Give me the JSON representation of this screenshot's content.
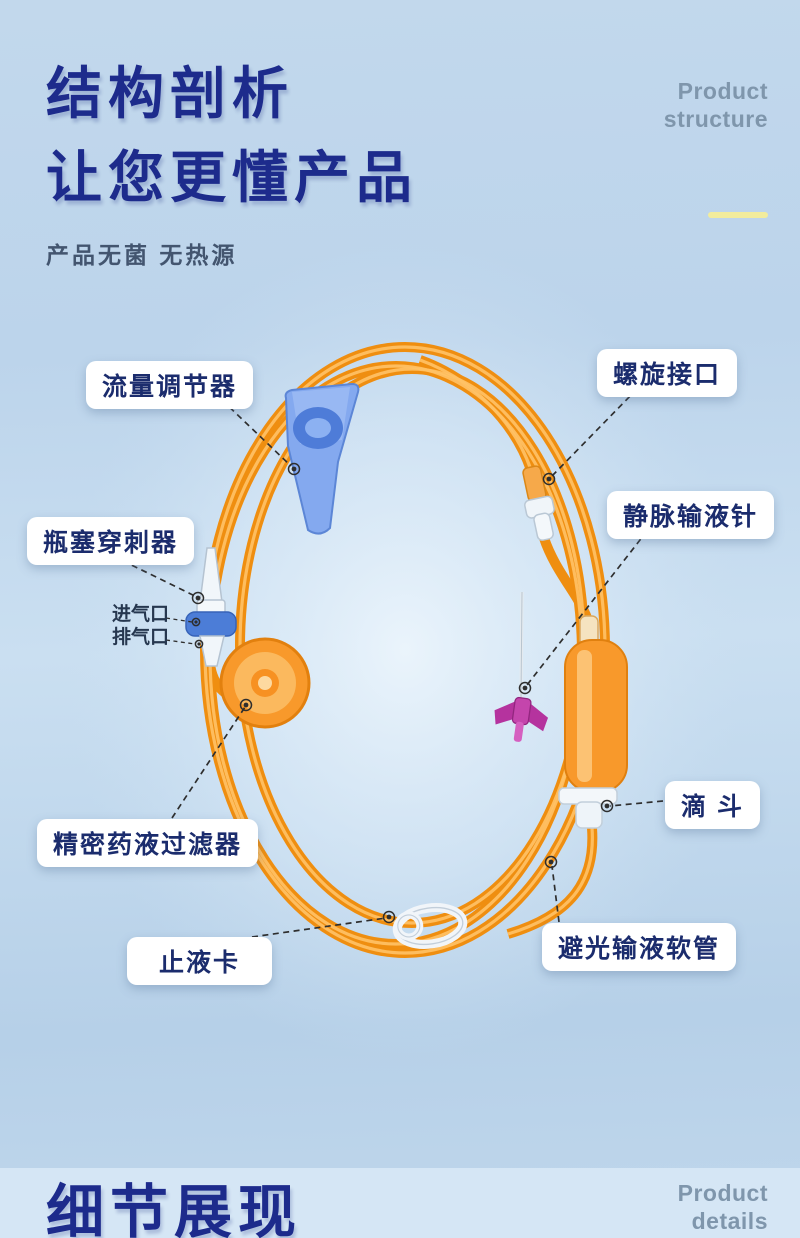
{
  "theme": {
    "background_blue": "#c2d8ec",
    "footer_strip_blue": "#d5e6f5",
    "heading_color": "#1d2b8c",
    "eyebrow_color": "#7f96ac",
    "accent_yellow": "#f2ec9d",
    "tube_orange": "#ef8e10",
    "label_text_color": "#1b2c6d",
    "roller_clamp_blue": "#84a9ef",
    "needle_purple": "#b5339e"
  },
  "header": {
    "title_line1": "结构剖析",
    "title_line2": "让您更懂产品",
    "subtitle": "产品无菌  无热源",
    "eyebrow_line1": "Product",
    "eyebrow_line2": "structure"
  },
  "diagram": {
    "labels": {
      "flow_regulator": "流量调节器",
      "spiral_connector": "螺旋接口",
      "bottle_spike": "瓶塞穿刺器",
      "iv_needle": "静脉输液针",
      "air_inlet": "进气口",
      "air_outlet": "排气口",
      "precision_filter": "精密药液过滤器",
      "drip_chamber": "滴 斗",
      "stop_clamp": "止液卡",
      "light_proof_tube": "避光输液软管"
    },
    "illustration_parts": [
      "coiled-orange-tube",
      "roller-clamp",
      "bottle-spike",
      "filter-disc",
      "drip-chamber",
      "luer-connector",
      "winged-needle",
      "stop-clamp"
    ]
  },
  "footer": {
    "title": "细节展现",
    "eyebrow_line1": "Product",
    "eyebrow_line2": "details"
  }
}
